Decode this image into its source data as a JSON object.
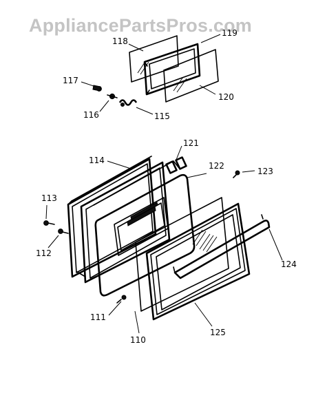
{
  "watermark": {
    "text": "AppliancePartsPros.com"
  },
  "callouts": [
    {
      "id": "118",
      "text": "118"
    },
    {
      "id": "119",
      "text": "119"
    },
    {
      "id": "120",
      "text": "120"
    },
    {
      "id": "117",
      "text": "117"
    },
    {
      "id": "116",
      "text": "116"
    },
    {
      "id": "115",
      "text": "115"
    },
    {
      "id": "121",
      "text": "121"
    },
    {
      "id": "114",
      "text": "114"
    },
    {
      "id": "122",
      "text": "122"
    },
    {
      "id": "123",
      "text": "123"
    },
    {
      "id": "113",
      "text": "113"
    },
    {
      "id": "112",
      "text": "112"
    },
    {
      "id": "124",
      "text": "124"
    },
    {
      "id": "111",
      "text": "111"
    },
    {
      "id": "110",
      "text": "110"
    },
    {
      "id": "125",
      "text": "125"
    }
  ]
}
